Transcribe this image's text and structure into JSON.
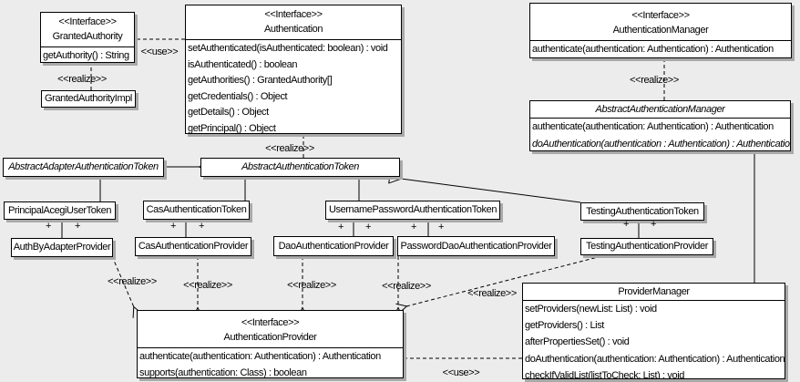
{
  "colors": {
    "background": "#ececec",
    "box_fill": "#ffffff",
    "line": "#000000",
    "shadow": "#a9a9a9"
  },
  "labels": {
    "realize": "&lt;&lt;realize&gt;&gt;",
    "use": "&lt;&lt;use&gt;&gt;",
    "plus": "+"
  },
  "labels_plain": {
    "realize": "<<realize>>",
    "use": "<<use>>",
    "plus": "+"
  },
  "classes": {
    "grantedAuthority": {
      "stereotype": "<<Interface>>",
      "name": "GrantedAuthority",
      "methods": [
        "getAuthority() : String"
      ]
    },
    "grantedAuthorityImpl": {
      "name": "GrantedAuthorityImpl"
    },
    "authentication": {
      "stereotype": "<<Interface>>",
      "name": "Authentication",
      "methods": [
        "setAuthenticated(isAuthenticated: boolean) : void",
        "isAuthenticated() : boolean",
        "getAuthorities() : GrantedAuthority[]",
        "getCredentials() : Object",
        "getDetails() : Object",
        "getPrincipal() : Object"
      ]
    },
    "authenticationManager": {
      "stereotype": "<<Interface>>",
      "name": "AuthenticationManager",
      "methods": [
        "authenticate(authentication: Authentication) : Authentication"
      ]
    },
    "abstractAuthenticationManager": {
      "name": "AbstractAuthenticationManager",
      "methods": [
        "authenticate(authentication: Authentication) : Authentication",
        "doAuthentication(authentication : Authentication) : Authentication"
      ]
    },
    "abstractAdapterAuthenticationToken": {
      "name": "AbstractAdapterAuthenticationToken"
    },
    "abstractAuthenticationToken": {
      "name": "AbstractAuthenticationToken"
    },
    "principalAcegiUserToken": {
      "name": "PrincipalAcegiUserToken"
    },
    "casAuthenticationToken": {
      "name": "CasAuthenticationToken"
    },
    "usernamePasswordAuthenticationToken": {
      "name": "UsernamePasswordAuthenticationToken"
    },
    "testingAuthenticationToken": {
      "name": "TestingAuthenticationToken"
    },
    "authByAdapterProvider": {
      "name": "AuthByAdapterProvider"
    },
    "casAuthenticationProvider": {
      "name": "CasAuthenticationProvider"
    },
    "daoAuthenticationProvider": {
      "name": "DaoAuthenticationProvider"
    },
    "passwordDaoAuthenticationProvider": {
      "name": "PasswordDaoAuthenticationProvider"
    },
    "testingAuthenticationProvider": {
      "name": "TestingAuthenticationProvider"
    },
    "authenticationProvider": {
      "stereotype": "<<Interface>>",
      "name": "AuthenticationProvider",
      "methods": [
        "authenticate(authentication: Authentication) : Authentication",
        "supports(authentication: Class) : boolean"
      ]
    },
    "providerManager": {
      "name": "ProviderManager",
      "methods": [
        "setProviders(newList: List) : void",
        "getProviders() : List",
        "afterPropertiesSet() : void",
        "doAuthentication(authentication: Authentication) : Authentication",
        "checkIfValidList(listToCheck: List) : void"
      ]
    }
  }
}
